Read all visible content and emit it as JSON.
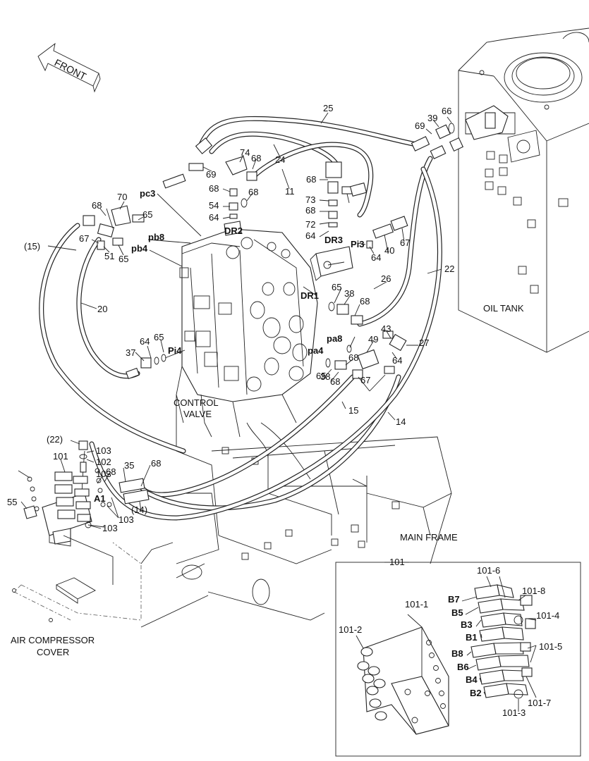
{
  "front_label": "FRONT",
  "captions": {
    "oil_tank": "OIL TANK",
    "control_valve_1": "CONTROL",
    "control_valve_2": "VALVE",
    "main_frame": "MAIN FRAME",
    "air_compressor_1": "AIR COMPRESSOR",
    "air_compressor_2": "COVER"
  },
  "port_labels": [
    "pc3",
    "pb8",
    "pb4",
    "DR2",
    "DR3",
    "Pi3",
    "DR1",
    "pa8",
    "pa4",
    "Pi4",
    "A1",
    "B7",
    "B5",
    "B3",
    "B1",
    "B8",
    "B6",
    "B4",
    "B2"
  ],
  "part_labels": [
    "25",
    "66",
    "39",
    "69",
    "74",
    "68",
    "24",
    "69",
    "68",
    "11",
    "68",
    "68",
    "73",
    "68",
    "72",
    "64",
    "70",
    "68",
    "65",
    "54",
    "64",
    "(15)",
    "67",
    "51",
    "65",
    "20",
    "65",
    "38",
    "68",
    "43",
    "27",
    "26",
    "22",
    "40",
    "67",
    "64",
    "65",
    "49",
    "64",
    "68",
    "67",
    "37",
    "64",
    "65",
    "38",
    "68",
    "15",
    "14",
    "(22)",
    "103",
    "102",
    "101",
    "103",
    "68",
    "35",
    "68",
    "A1",
    "103",
    "55",
    "103",
    "(14)",
    "101",
    "101-6",
    "101-1",
    "101-8",
    "101-4",
    "101-2",
    "101-5",
    "101-7",
    "101-3"
  ],
  "detail_label": "101"
}
